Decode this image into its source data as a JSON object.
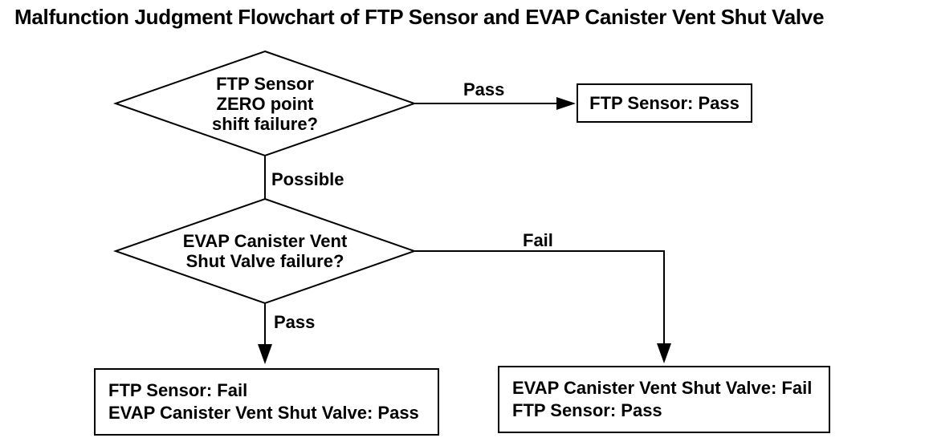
{
  "title": "Malfunction Judgment Flowchart of FTP Sensor and EVAP Canister Vent Shut Valve",
  "flowchart": {
    "decisions": [
      {
        "name": "ftp-zero-point-shift",
        "lines": [
          "FTP Sensor",
          "ZERO point",
          "shift failure?"
        ]
      },
      {
        "name": "evap-canister-vent-shut-valve",
        "lines": [
          "EVAP Canister Vent",
          "Shut Valve failure?"
        ]
      }
    ],
    "edges": [
      {
        "name": "pass-top",
        "label": "Pass"
      },
      {
        "name": "possible",
        "label": "Possible"
      },
      {
        "name": "fail",
        "label": "Fail"
      },
      {
        "name": "pass-bottom",
        "label": "Pass"
      }
    ],
    "results": [
      {
        "name": "ftp-sensor-pass",
        "lines": [
          "FTP Sensor: Pass"
        ]
      },
      {
        "name": "ftp-fail-evap-pass",
        "lines": [
          "FTP Sensor: Fail",
          "EVAP Canister Vent Shut Valve: Pass"
        ]
      },
      {
        "name": "evap-fail-ftp-pass",
        "lines": [
          "EVAP Canister Vent Shut Valve: Fail",
          "FTP Sensor: Pass"
        ]
      }
    ]
  },
  "colors": {
    "line": "#000000",
    "background": "#ffffff",
    "text": "#000000"
  }
}
